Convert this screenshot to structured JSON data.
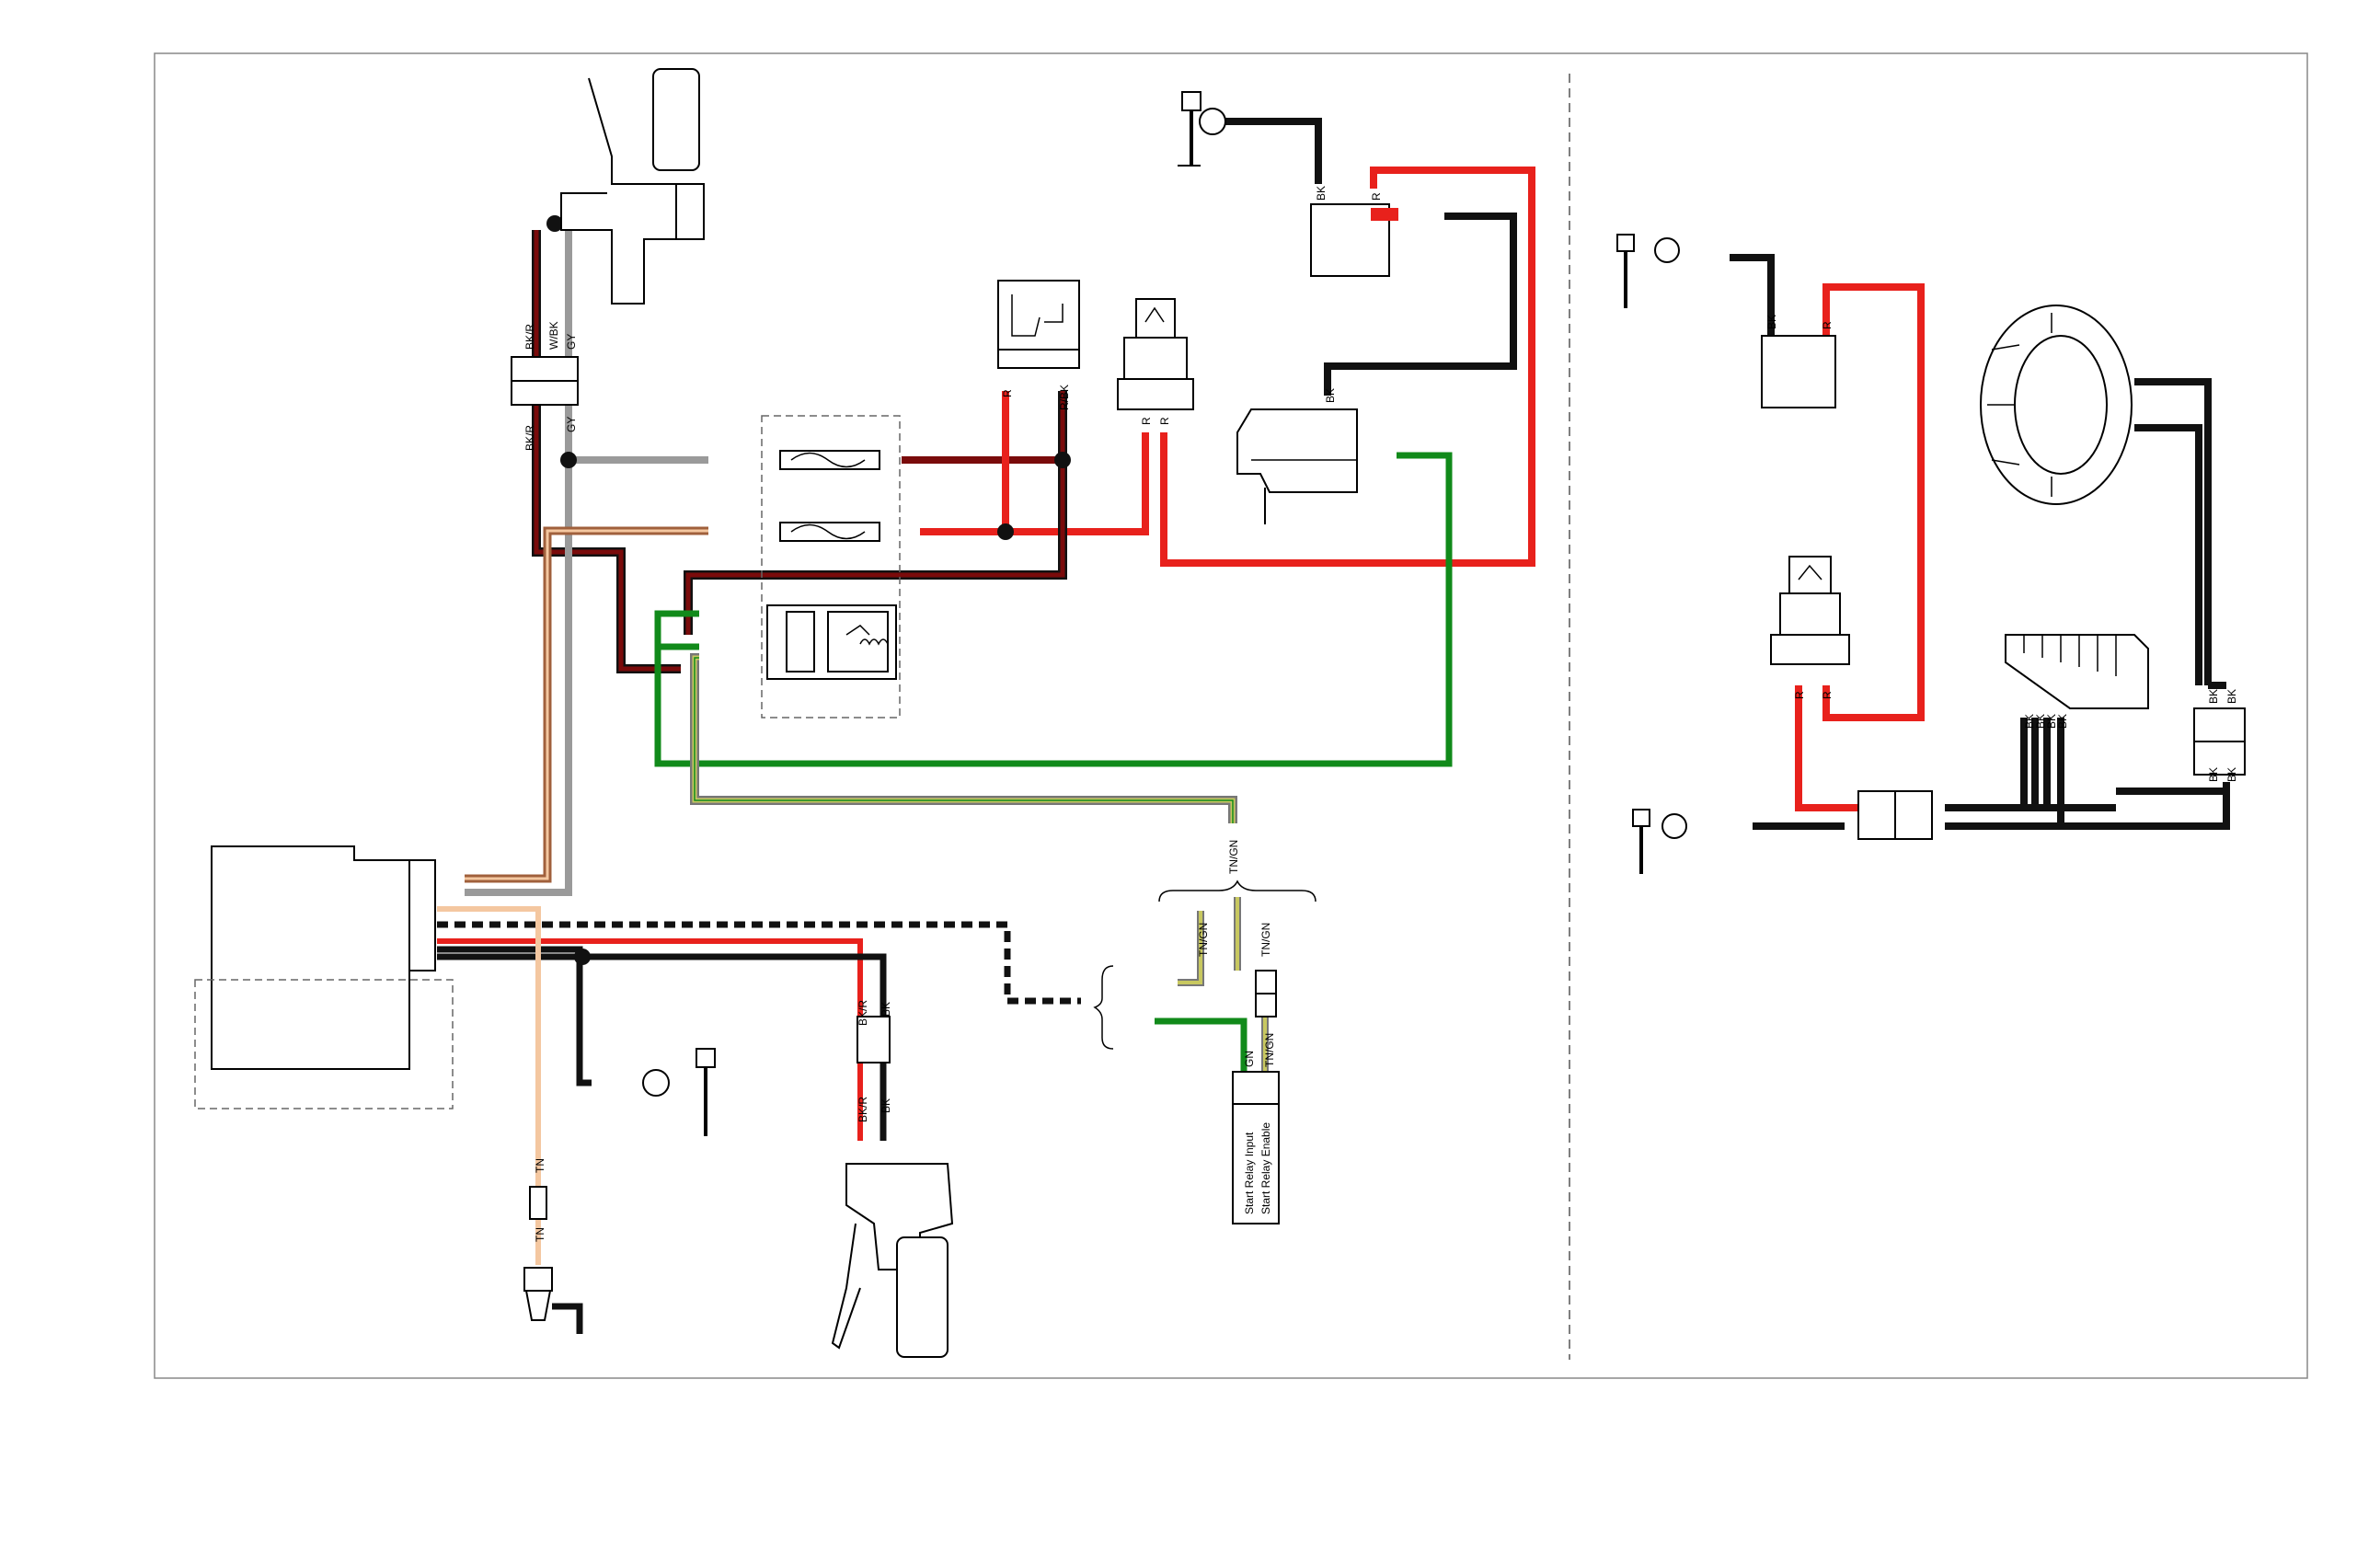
{
  "colors": {
    "black": "#111111",
    "red": "#e8211c",
    "dark_red": "#7a0b0b",
    "green": "#118a1a",
    "gray": "#9a9a9a",
    "tan": "#f4c7a0",
    "brown": "#a0603c",
    "yellow_green": "#c8c860"
  },
  "labels": {
    "bkr_top": "BK/R",
    "wbk_top": "W/BK",
    "gy_top": "GY",
    "bkr_mid": "BK/R",
    "gy_mid": "GY",
    "relay1_r": "R",
    "relay1_rbk": "R/BK",
    "relay2_r1": "R",
    "relay2_r2": "R",
    "starter_bk": "BK",
    "bat_bk": "BK",
    "bat_r": "R",
    "tngn_main": "TN/GN",
    "tngn_left": "TN/GN",
    "tngn_right": "TN/GN",
    "tngn_lower": "TN/GN",
    "gn_lower": "GN",
    "bkr_clutch1": "BK/R",
    "bk_clutch1": "BK",
    "bkr_clutch2": "BK/R",
    "bk_clutch2": "BK",
    "tn_top": "TN",
    "tn_bottom": "TN",
    "start_relay_input": "Start Relay Input",
    "start_relay_enable": "Start Relay Enable",
    "r_bat_bk": "BK",
    "r_bat_r": "R",
    "r_relay_r1": "R",
    "r_relay_r2": "R",
    "stator_bk1": "BK",
    "stator_bk2": "BK",
    "stator_bk3": "BK",
    "stator_bk4": "BK",
    "reg_bk1": "BK",
    "reg_bk2": "BK",
    "reg_bk3": "BK",
    "reg_bk4": "BK"
  }
}
